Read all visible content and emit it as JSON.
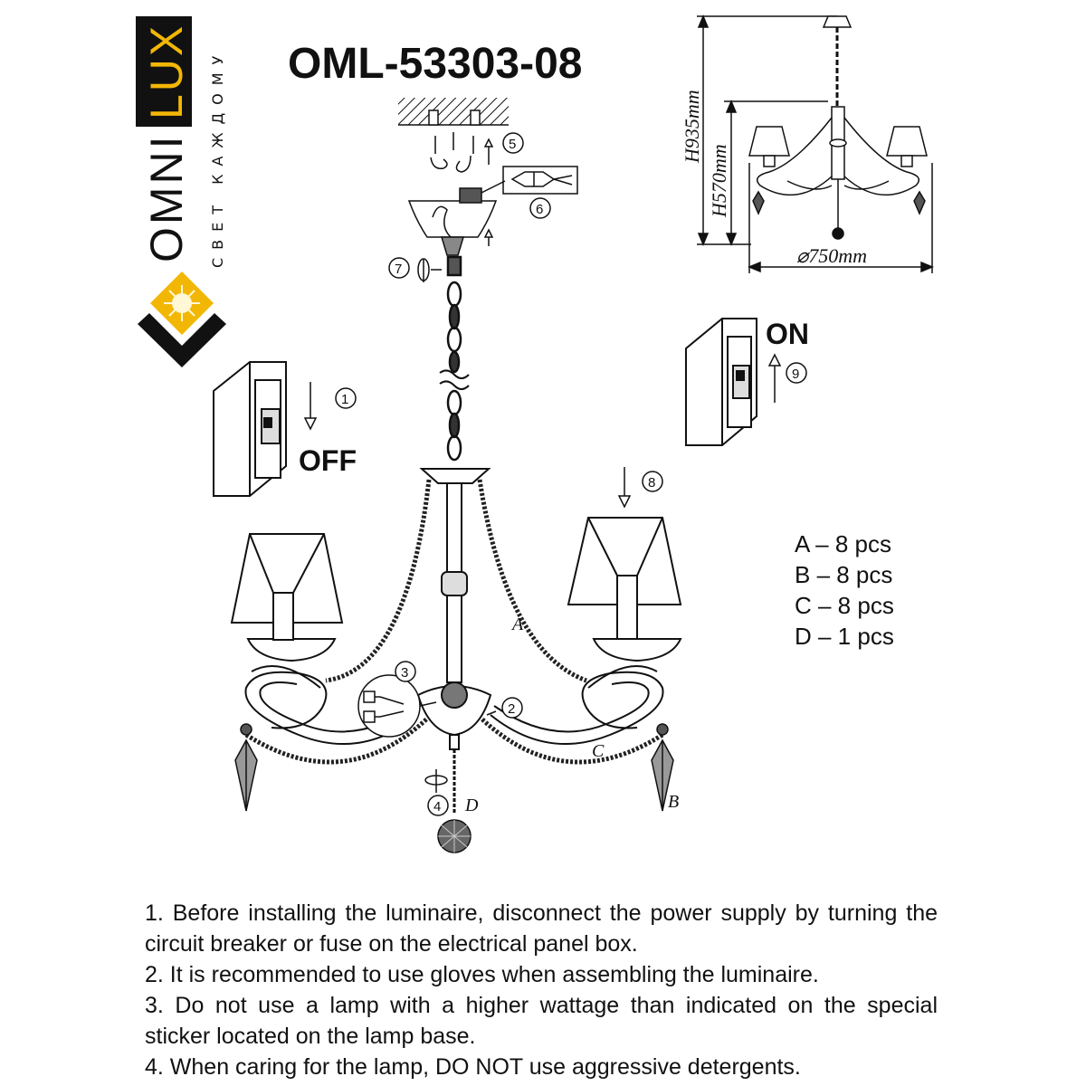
{
  "brand": {
    "letters": [
      "OMNI",
      "LUX"
    ],
    "tagline": "СВЕТ КАЖДОМУ",
    "accent_color": "#f2b705"
  },
  "model_title": "OML-53303-08",
  "dimensions": {
    "total_height": "H935mm",
    "body_height": "H570mm",
    "diameter": "⌀750mm"
  },
  "switch": {
    "off_label": "OFF",
    "on_label": "ON"
  },
  "steps": [
    "1",
    "2",
    "3",
    "4",
    "5",
    "6",
    "7",
    "8",
    "9"
  ],
  "part_letters": [
    "A",
    "B",
    "C",
    "D"
  ],
  "parts_list": [
    {
      "label": "A – 8 pcs"
    },
    {
      "label": "B – 8 pcs"
    },
    {
      "label": "C – 8 pcs"
    },
    {
      "label": "D – 1 pcs"
    }
  ],
  "instructions": [
    "1. Before installing the luminaire, disconnect the power supply by turning the circuit breaker or fuse on the electrical panel box.",
    "2. It is recommended to use gloves when assembling the luminaire.",
    "3. Do not use a lamp with a higher wattage than indicated on the special sticker located on the lamp base.",
    "4. When caring for the lamp, DO NOT use aggressive detergents."
  ],
  "icons": [
    "omnilux-logo-icon",
    "switch-off-icon",
    "switch-on-icon",
    "arrow-down-icon",
    "arrow-up-icon",
    "rotate-icon",
    "wire-connector-icon",
    "ceiling-hook-icon"
  ]
}
